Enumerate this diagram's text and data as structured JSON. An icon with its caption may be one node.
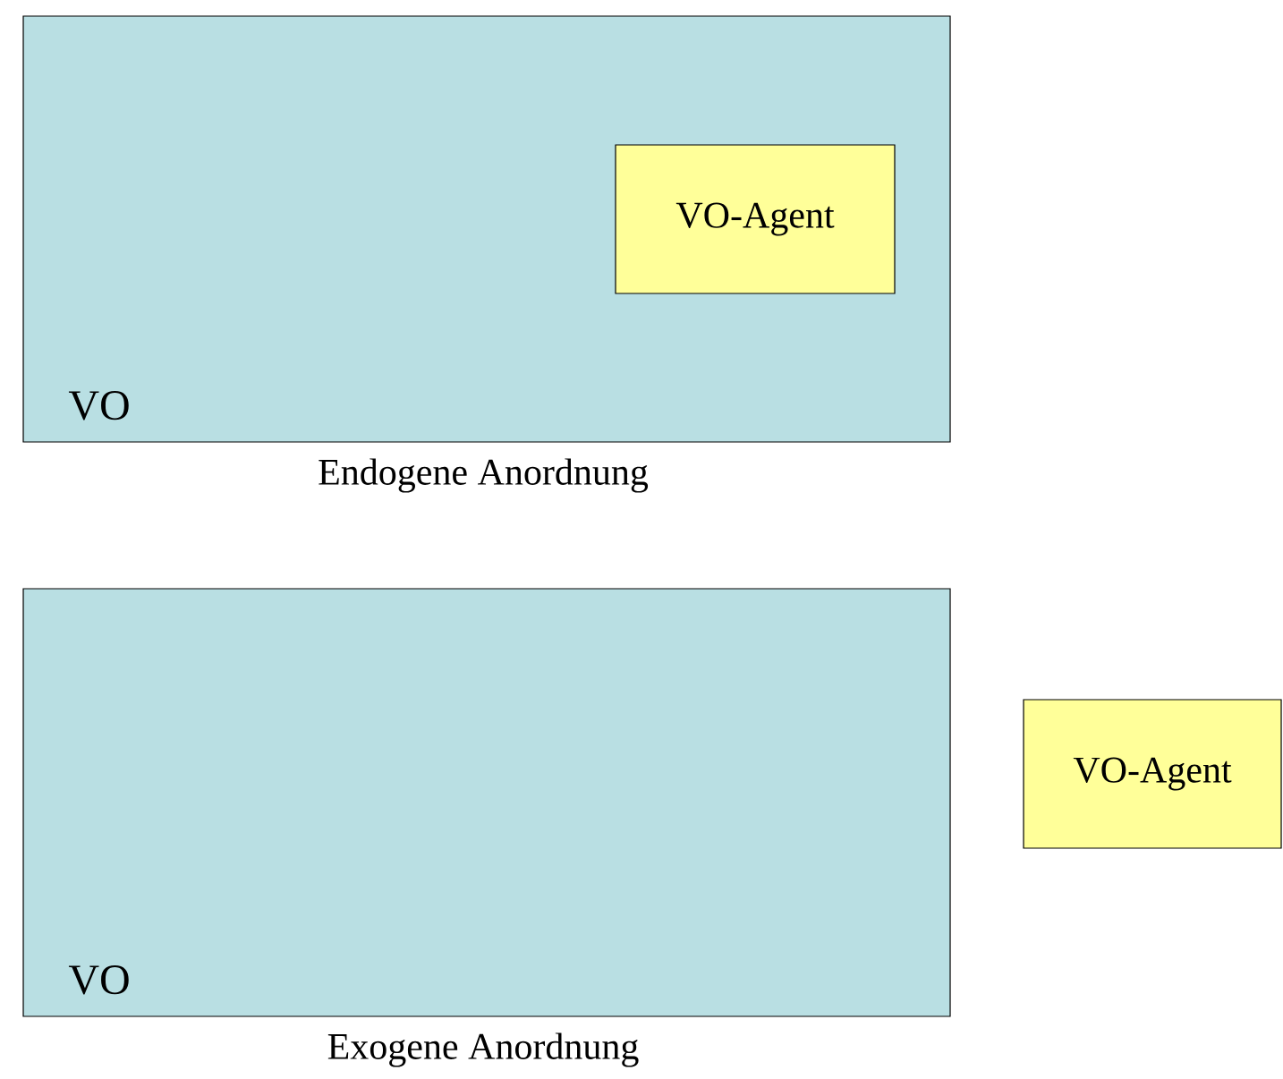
{
  "diagram": {
    "nodes": [
      {
        "text": [
          "VO"
        ],
        "beside": [
          "Endogene Anordnung"
        ]
      },
      {
        "text": [
          "VO-Agent"
        ],
        "in": 0
      },
      {
        "text": [
          "VO"
        ],
        "beside": [
          "Exogene Anordnung"
        ]
      },
      {
        "text": [
          "VO-Agent"
        ]
      }
    ]
  }
}
